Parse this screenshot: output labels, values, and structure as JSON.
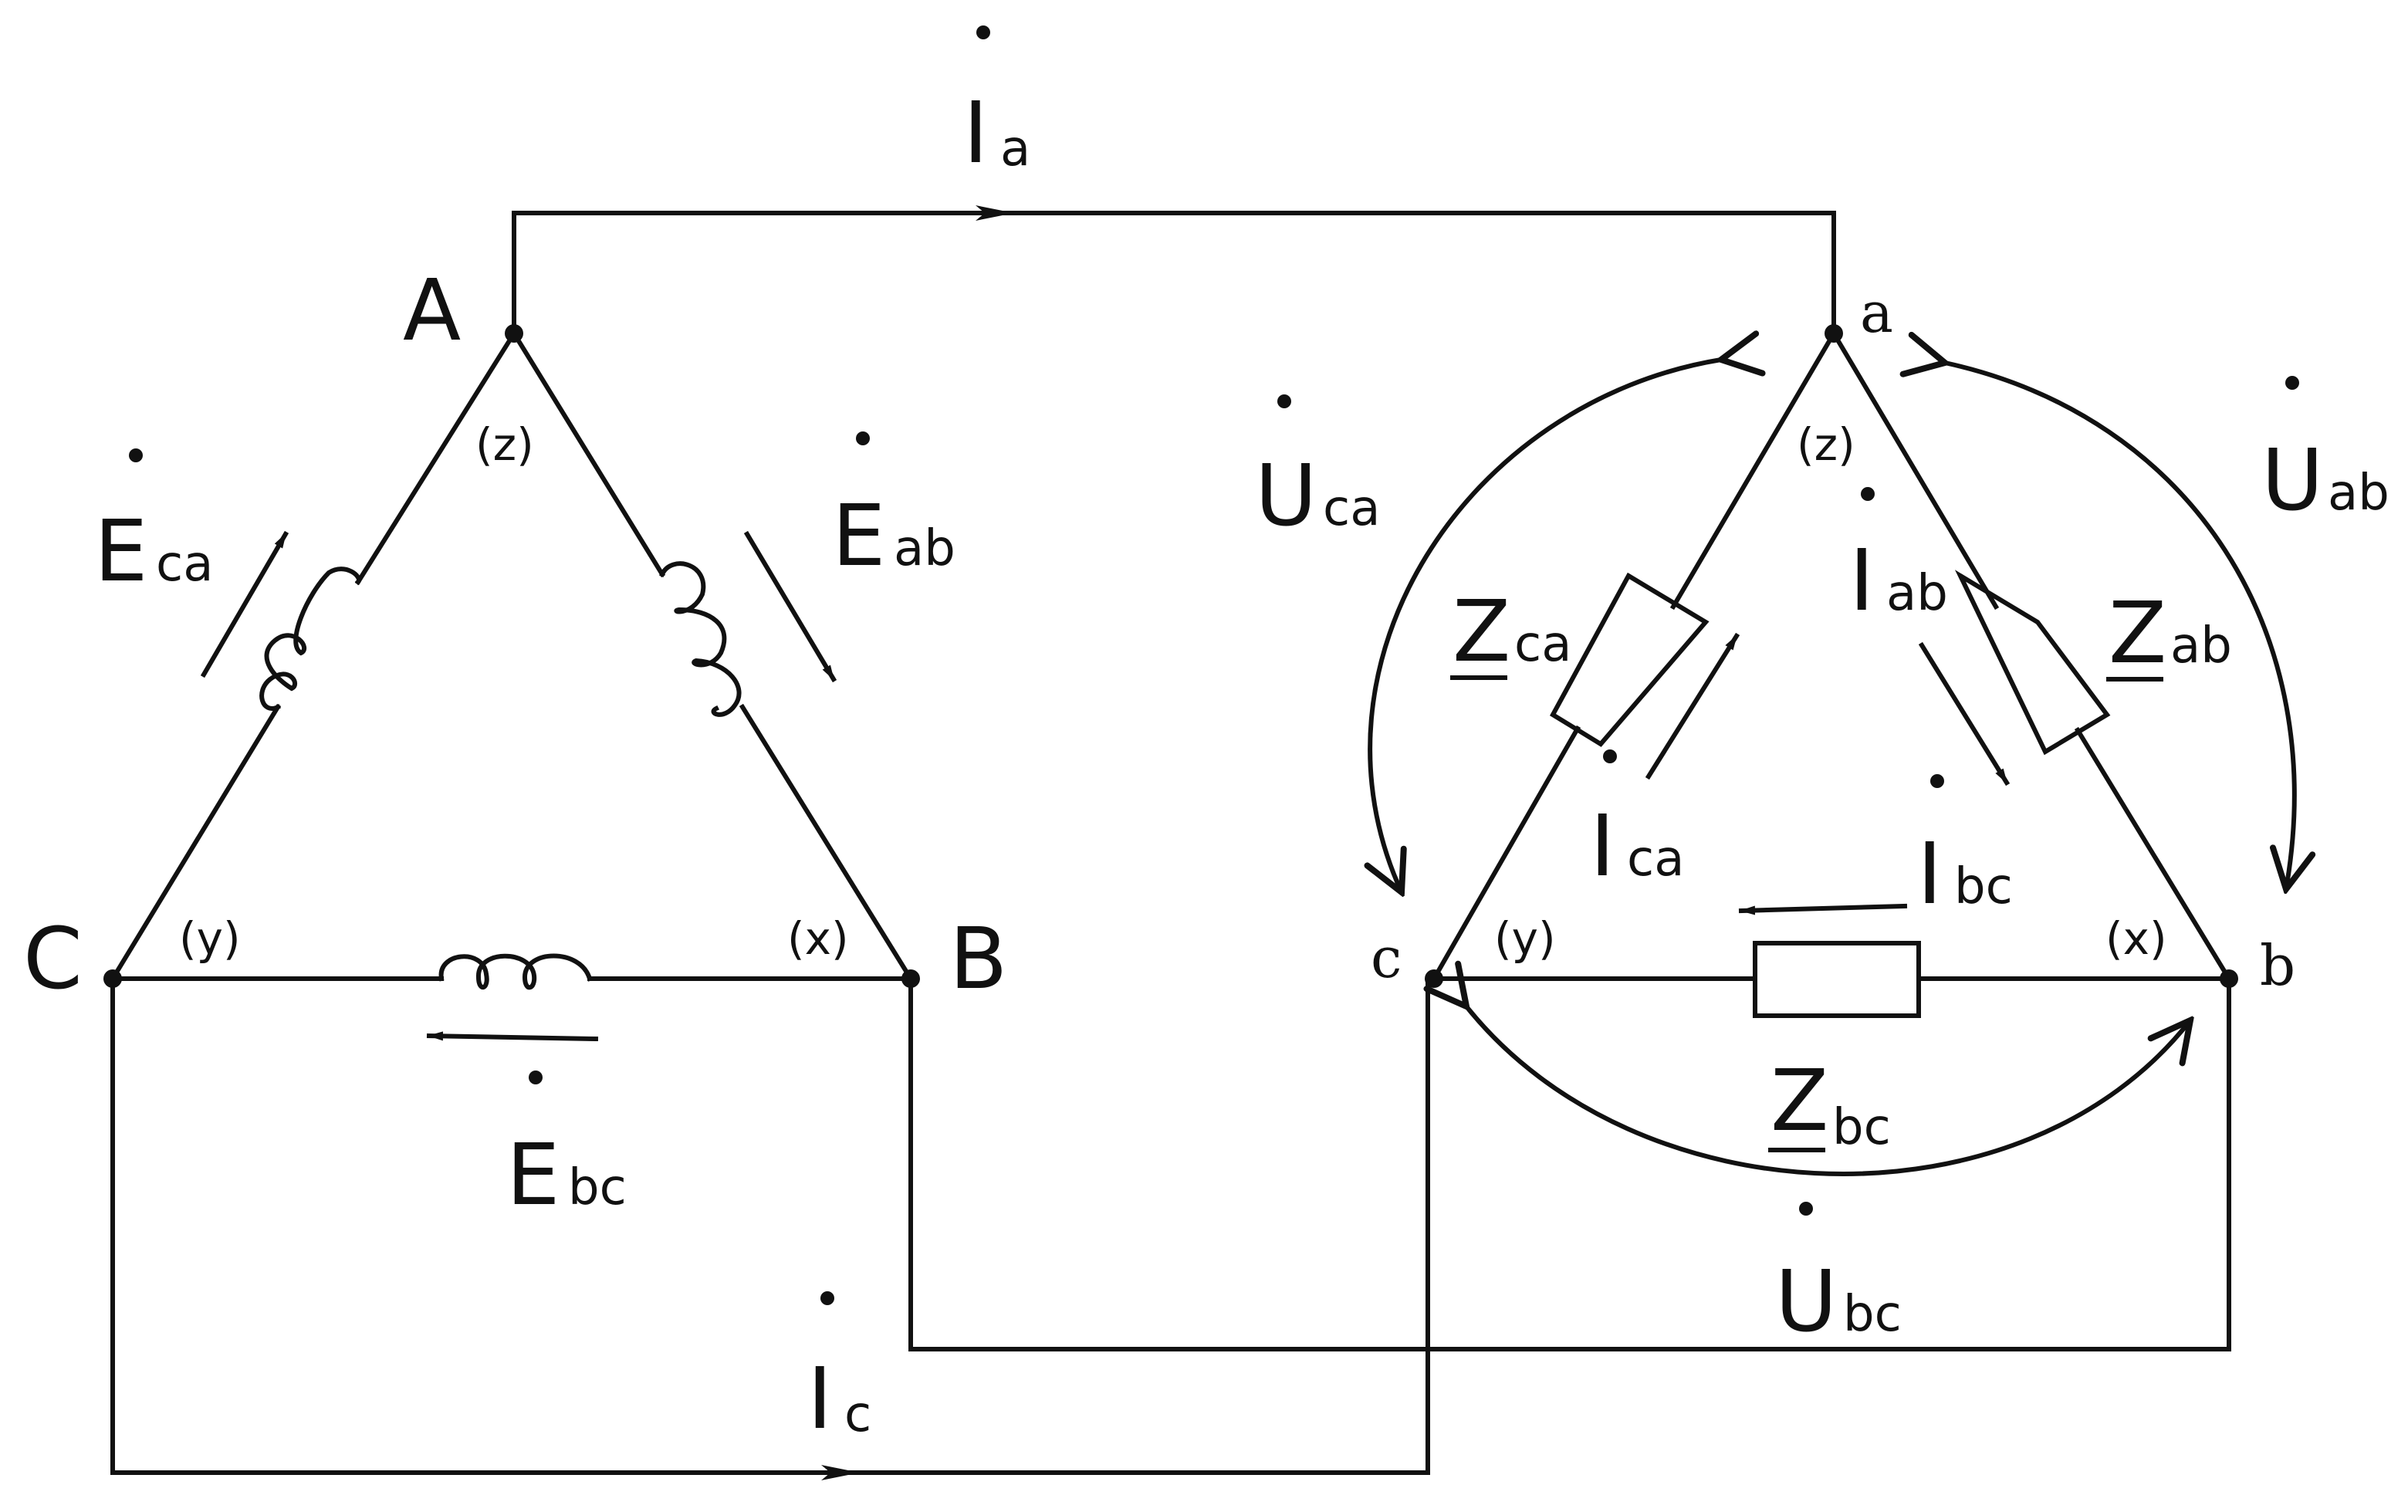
{
  "colors": {
    "ink": "#111111",
    "background": "#ffffff"
  },
  "source": {
    "nodes": {
      "A": "A",
      "B": "B",
      "C": "C"
    },
    "winding_terminals": {
      "at_A": "(z)",
      "at_B": "(x)",
      "at_C": "(y)"
    },
    "emfs": {
      "ab": {
        "main": "E",
        "sub": "ab"
      },
      "bc": {
        "main": "E",
        "sub": "bc"
      },
      "ca": {
        "main": "E",
        "sub": "ca"
      }
    }
  },
  "load": {
    "nodes": {
      "a": "a",
      "b": "b",
      "c": "c"
    },
    "terminals": {
      "at_a": "(z)",
      "at_b": "(x)",
      "at_c": "(y)"
    },
    "impedances": {
      "ab": {
        "main": "Z",
        "sub": "ab"
      },
      "bc": {
        "main": "Z",
        "sub": "bc"
      },
      "ca": {
        "main": "Z",
        "sub": "ca"
      }
    },
    "phase_currents": {
      "ab": {
        "main": "I",
        "sub": "ab"
      },
      "bc": {
        "main": "I",
        "sub": "bc"
      },
      "ca": {
        "main": "I",
        "sub": "ca"
      }
    },
    "voltages": {
      "ab": {
        "main": "U",
        "sub": "ab"
      },
      "bc": {
        "main": "U",
        "sub": "bc"
      },
      "ca": {
        "main": "U",
        "sub": "ca"
      }
    }
  },
  "line_currents": {
    "a": {
      "main": "I",
      "sub": "a"
    },
    "c": {
      "main": "I",
      "sub": "c"
    }
  }
}
